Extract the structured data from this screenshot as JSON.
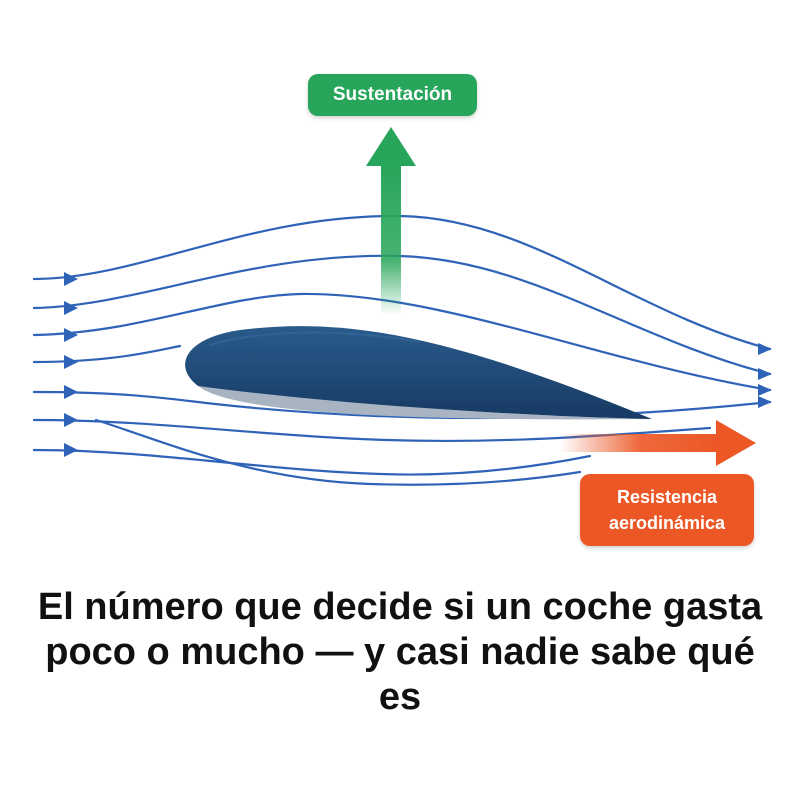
{
  "diagram": {
    "lift_label": "Sustentación",
    "drag_label_line1": "Resistencia",
    "drag_label_line2": "aerodinámica",
    "colors": {
      "lift": "#27a55a",
      "drag": "#ec5726",
      "streamline": "#2f63b8",
      "airfoil_top": "#1c4673",
      "airfoil_bottom": "#a9b4c3"
    },
    "icons": [
      "lift-arrow-icon",
      "drag-arrow-icon",
      "streamline-arrow-icon"
    ]
  },
  "headline": "El número que decide si un coche gasta poco o mucho — y casi nadie sabe qué es"
}
